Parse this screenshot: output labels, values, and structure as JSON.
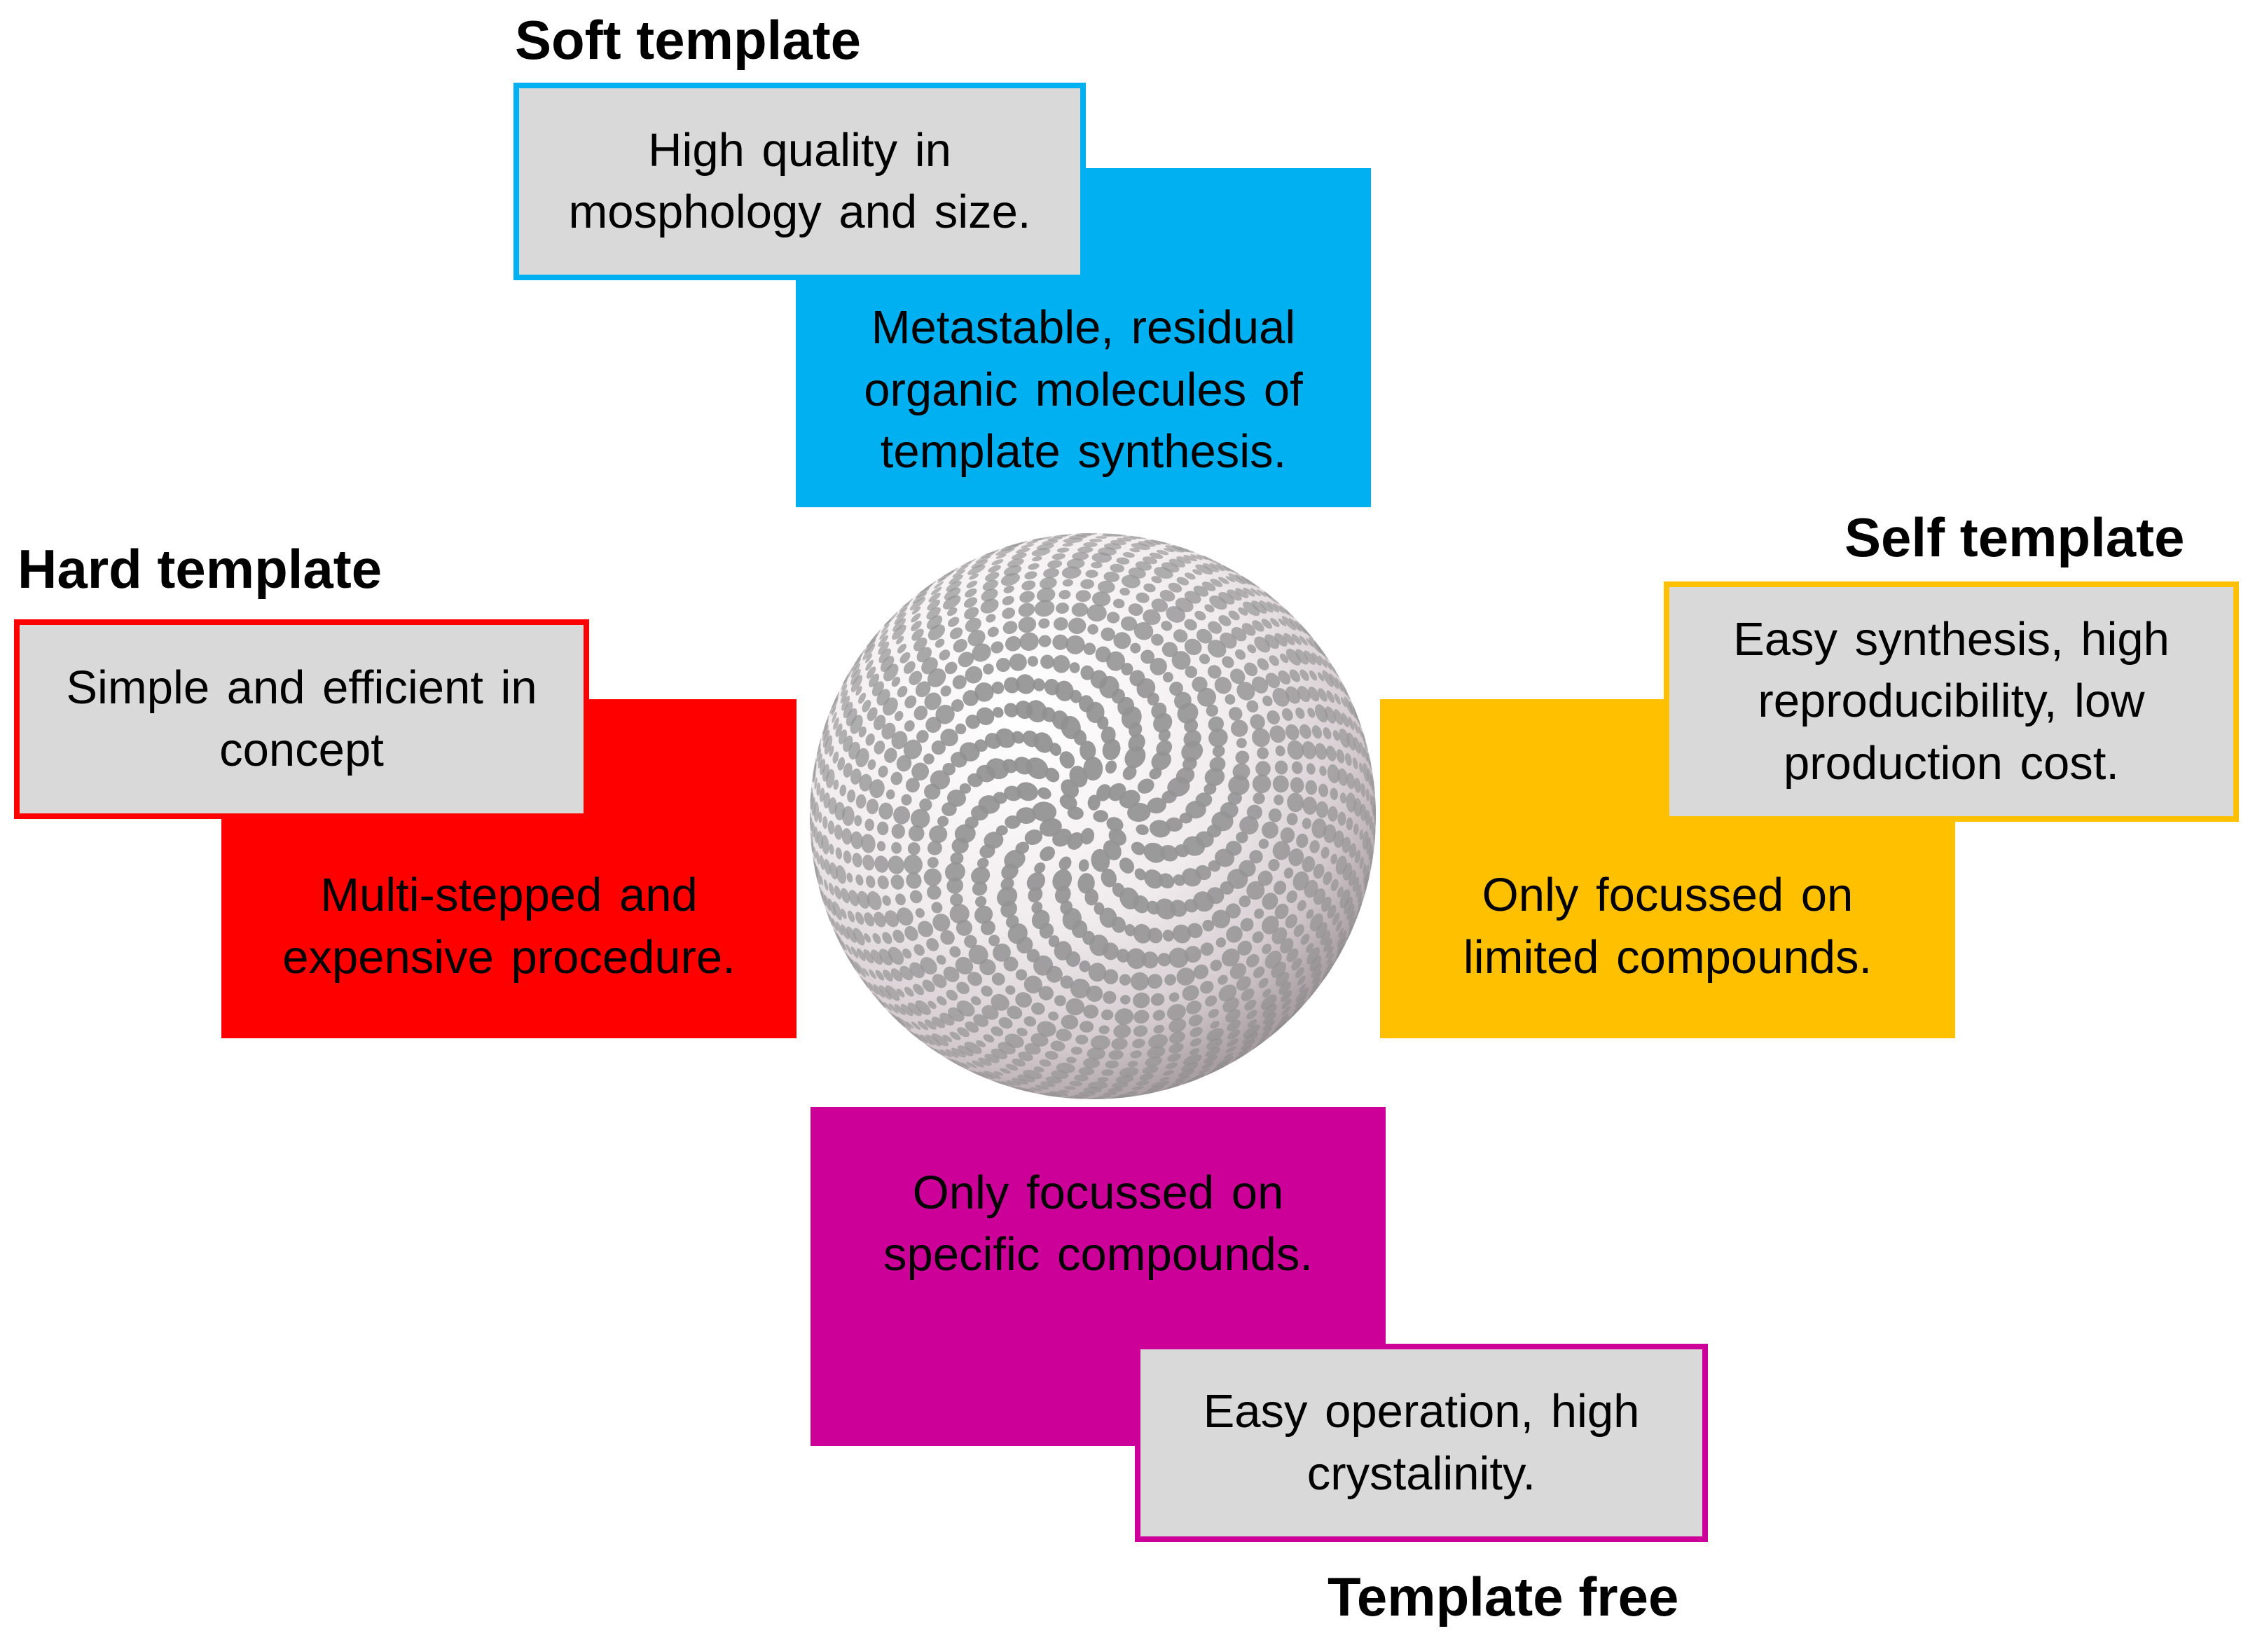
{
  "colors": {
    "soft": "#00b0f0",
    "hard": "#ff0000",
    "self": "#ffc000",
    "free": "#cc0099",
    "advantage_box": "#d9d9d9"
  },
  "sections": {
    "soft": {
      "title": "Soft template",
      "advantage": [
        "High quality in",
        "mosphology and size."
      ],
      "disadvantage": [
        "Metastable, residual",
        "organic molecules of",
        "template synthesis."
      ]
    },
    "hard": {
      "title": "Hard template",
      "advantage": [
        "Simple and efficient in",
        "concept"
      ],
      "disadvantage": [
        "Multi-stepped and",
        "expensive procedure."
      ]
    },
    "self": {
      "title": "Self template",
      "advantage": [
        "Easy synthesis, high",
        "reproducibility, low",
        "production cost."
      ],
      "disadvantage": [
        "Only focussed on",
        "limited compounds."
      ]
    },
    "free": {
      "title": "Template free",
      "advantage": [
        "Easy operation, high",
        "crystalinity."
      ],
      "disadvantage": [
        "Only focussed on",
        "specific compounds."
      ]
    }
  },
  "center_image": "porous-sphere"
}
